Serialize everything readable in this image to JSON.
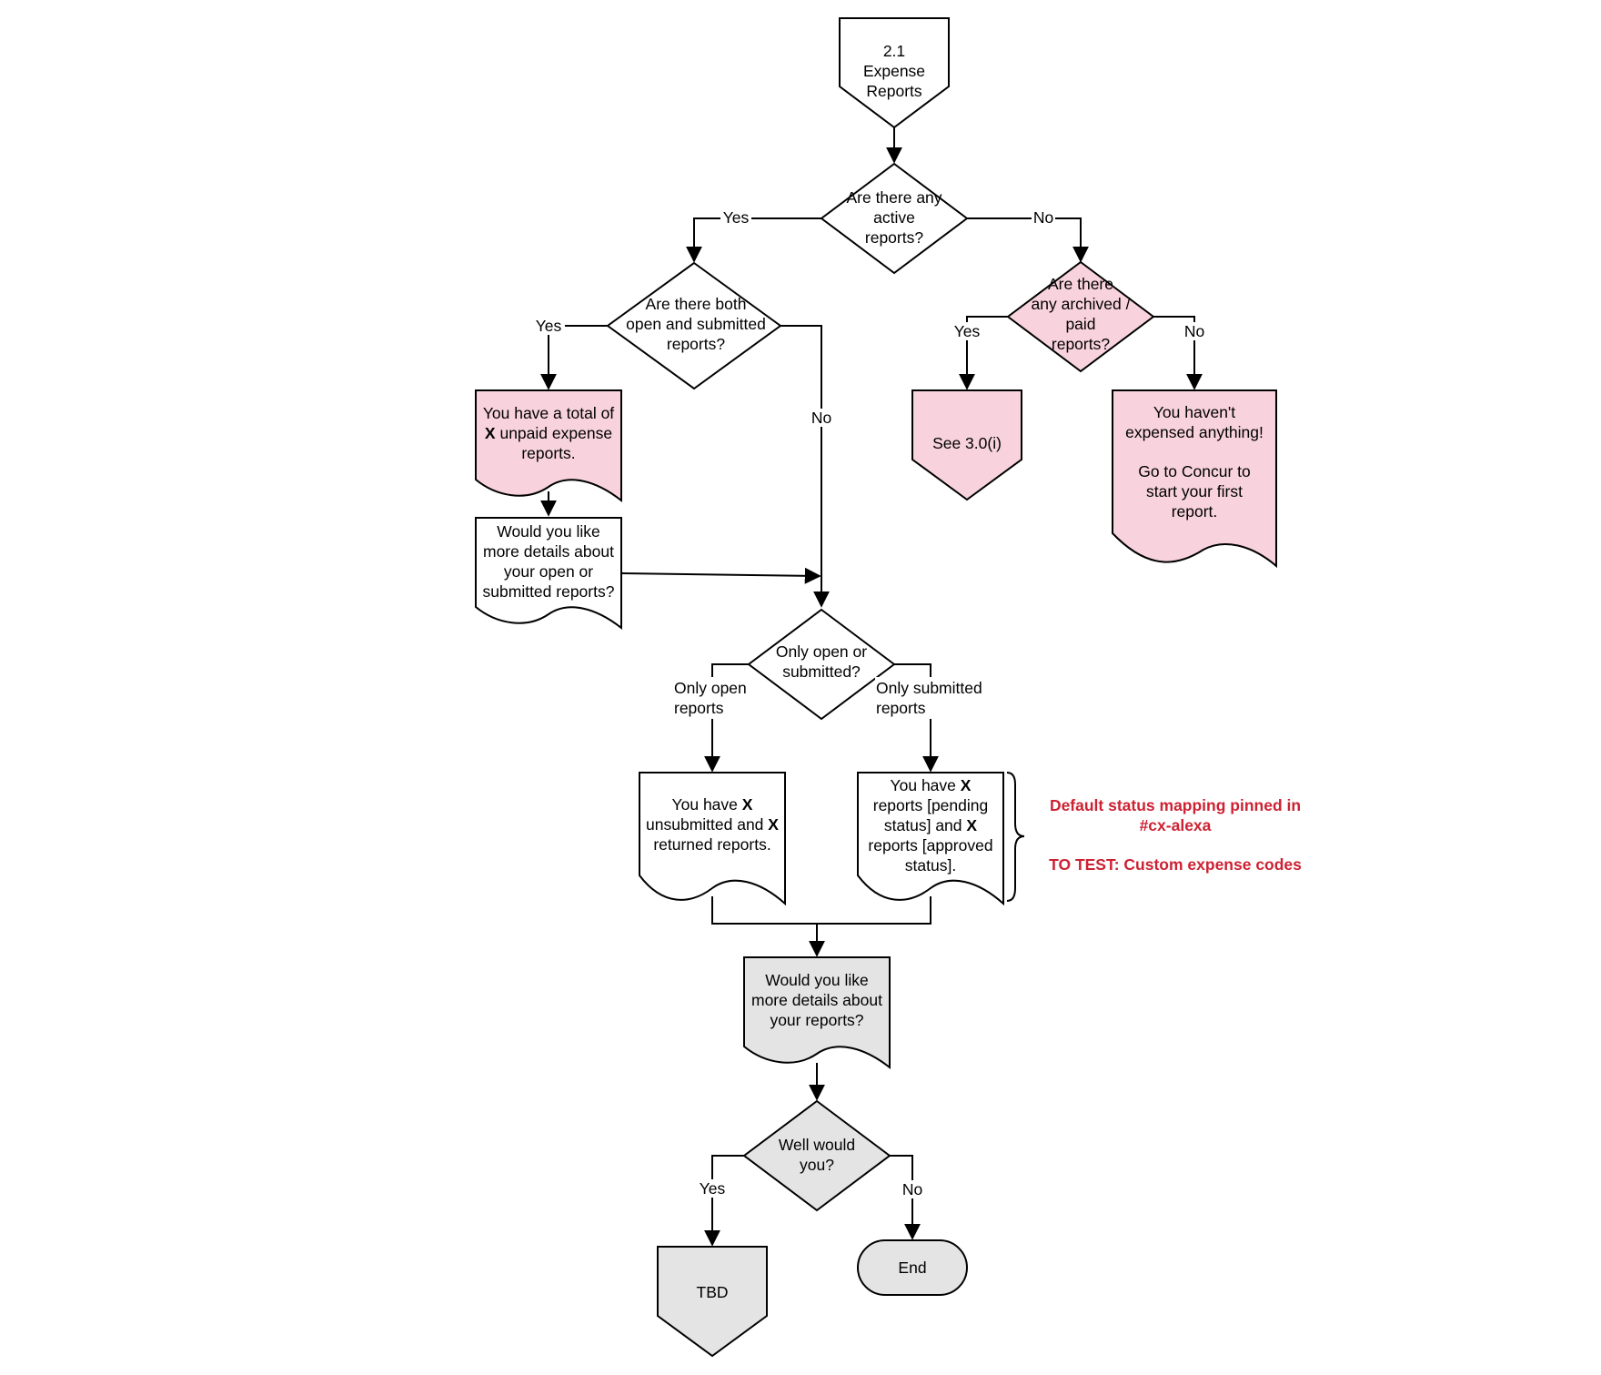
{
  "colors": {
    "pink": "#f8d3de",
    "gray": "#e4e4e4",
    "white": "#ffffff",
    "line": "#000000",
    "note": "#cc2233"
  },
  "start": {
    "line1": "2.1",
    "line2": "Expense",
    "line3": "Reports"
  },
  "q_active": {
    "line1": "Are there any",
    "line2": "active",
    "line3": "reports?"
  },
  "label_yes_1": "Yes",
  "label_no_1": "No",
  "q_both": {
    "line1": "Are there both",
    "line2": "open and submitted",
    "line3": "reports?"
  },
  "label_yes_2": "Yes",
  "label_no_2": "No",
  "q_archived": {
    "line1": "Are there",
    "line2": "any archived /",
    "line3": "paid",
    "line4": "reports?"
  },
  "label_yes_3": "Yes",
  "label_no_3": "No",
  "doc_total": {
    "line1": "You have a total of",
    "bold": "X",
    "line2_rest": " unpaid expense",
    "line3": "reports."
  },
  "doc_more_open": {
    "line1": "Would you like",
    "line2": "more details about",
    "line3": "your open or",
    "line4": "submitted reports?"
  },
  "see_30": {
    "label": "See 3.0(i)"
  },
  "doc_none": {
    "line1": "You haven't",
    "line2": "expensed anything!",
    "line3": "Go to Concur to",
    "line4": "start your first",
    "line5": "report."
  },
  "q_only": {
    "line1": "Only open or",
    "line2": "submitted?"
  },
  "label_only_open": {
    "line1": "Only open",
    "line2": "reports"
  },
  "label_only_submitted": {
    "line1": "Only submitted",
    "line2": "reports"
  },
  "doc_unsubmitted": {
    "l1_a": "You have ",
    "l1_b": "X",
    "l2_a": "unsubmitted and ",
    "l2_b": "X",
    "l3": "returned reports."
  },
  "doc_pending": {
    "l1_a": "You have ",
    "l1_b": "X",
    "l2": "reports [pending",
    "l3_a": "status] and ",
    "l3_b": "X",
    "l4": "reports [approved",
    "l5": "status]."
  },
  "note": {
    "line1": "Default status mapping pinned in",
    "line2": "#cx-alexa",
    "line3": "TO TEST: Custom expense codes"
  },
  "doc_more_reports": {
    "line1": "Would you like",
    "line2": "more details about",
    "line3": "your reports?"
  },
  "q_would": {
    "line1": "Well would",
    "line2": "you?"
  },
  "label_yes_4": "Yes",
  "label_no_4": "No",
  "tbd": {
    "label": "TBD"
  },
  "end": {
    "label": "End"
  }
}
